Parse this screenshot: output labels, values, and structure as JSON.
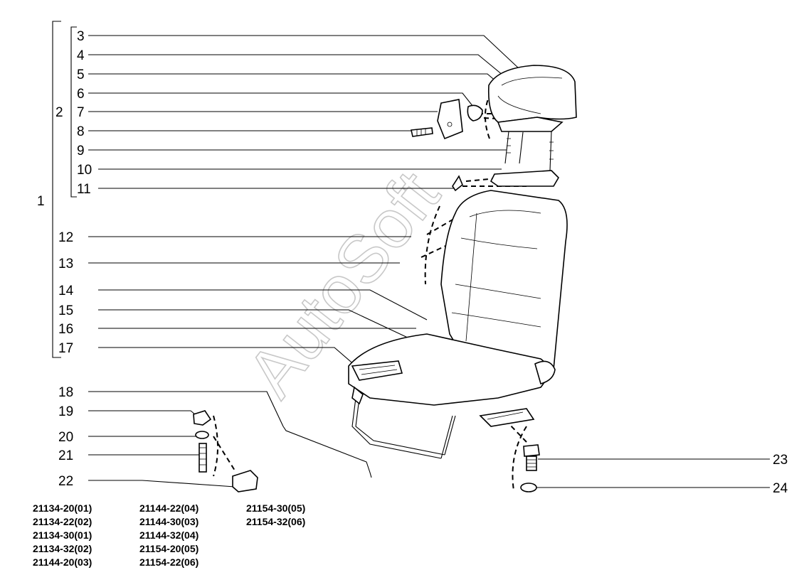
{
  "diagram": {
    "callouts": [
      {
        "id": "1",
        "label": "1"
      },
      {
        "id": "2",
        "label": "2"
      },
      {
        "id": "3",
        "label": "3"
      },
      {
        "id": "4",
        "label": "4"
      },
      {
        "id": "5",
        "label": "5"
      },
      {
        "id": "6",
        "label": "6"
      },
      {
        "id": "7",
        "label": "7"
      },
      {
        "id": "8",
        "label": "8"
      },
      {
        "id": "9",
        "label": "9"
      },
      {
        "id": "10",
        "label": "10"
      },
      {
        "id": "11",
        "label": "11"
      },
      {
        "id": "12",
        "label": "12"
      },
      {
        "id": "13",
        "label": "13"
      },
      {
        "id": "14",
        "label": "14"
      },
      {
        "id": "15",
        "label": "15"
      },
      {
        "id": "16",
        "label": "16"
      },
      {
        "id": "17",
        "label": "17"
      },
      {
        "id": "18",
        "label": "18"
      },
      {
        "id": "19",
        "label": "19"
      },
      {
        "id": "20",
        "label": "20"
      },
      {
        "id": "21",
        "label": "21"
      },
      {
        "id": "22",
        "label": "22"
      },
      {
        "id": "23",
        "label": "23"
      },
      {
        "id": "24",
        "label": "24"
      }
    ],
    "watermark": "AutoSoft",
    "applicability": [
      [
        "21134-20(01)",
        "21134-22(02)",
        "21134-30(01)",
        "21134-32(02)",
        "21144-20(03)"
      ],
      [
        "21144-22(04)",
        "21144-30(03)",
        "21144-32(04)",
        "21154-20(05)",
        "21154-22(06)"
      ],
      [
        "21154-30(05)",
        "21154-32(06)"
      ]
    ]
  }
}
